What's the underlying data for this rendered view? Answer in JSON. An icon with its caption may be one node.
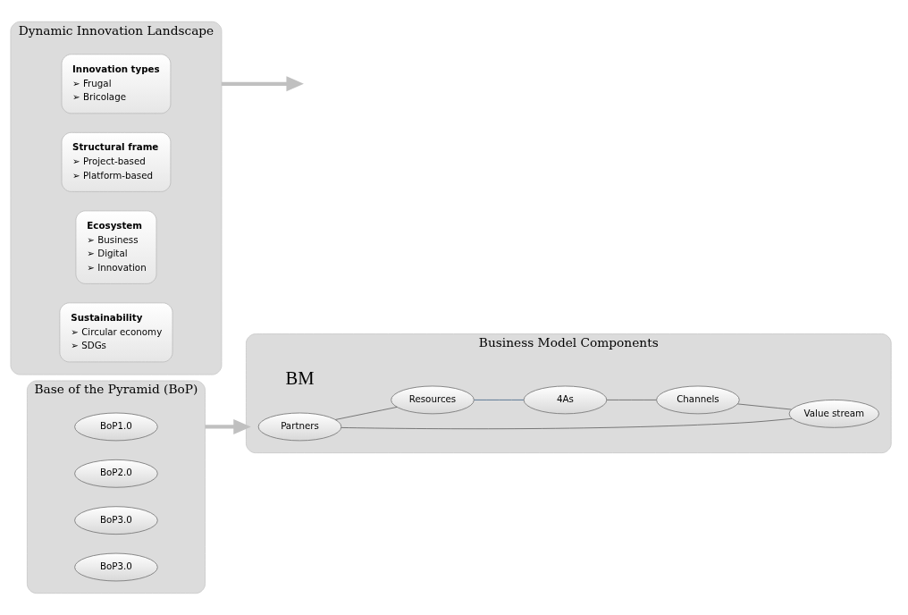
{
  "diagram": {
    "nodes": [
      {
        "text": [
          "Base of the Pyramid (BoP)"
        ]
      },
      {
        "text": [
          "BoP1.0"
        ],
        "in": 0
      },
      {
        "text": [
          "BoP2.0"
        ],
        "in": 0
      },
      {
        "text": [
          "BoP3.0"
        ],
        "in": 0
      },
      {
        "text": [
          "BoP3.0"
        ],
        "in": 0
      },
      {
        "text": [
          "Business Model Components"
        ]
      },
      {
        "text": [
          "Partners"
        ],
        "in": 5
      },
      {
        "text": [
          "Value stream"
        ],
        "in": 5
      },
      {
        "text": [
          "Resources"
        ],
        "in": 5
      },
      {
        "text": [
          "Channels"
        ],
        "in": 5
      },
      {
        "text": [
          "4As"
        ],
        "in": 5
      },
      {
        "text": [
          "Dynamic Innovation Landscape"
        ]
      },
      {
        "text": [
          "Innovation types",
          "➢ Frugal",
          "➢ Bricolage"
        ],
        "in": 11
      },
      {
        "text": [
          "Structural frame",
          "➢ Project-based",
          "➢ Platform-based"
        ],
        "in": 11
      },
      {
        "text": [
          "Ecosystem",
          "➢ Business",
          "➢ Digital",
          "➢ Innovation"
        ],
        "in": 11
      },
      {
        "text": [
          "Sustainability",
          "➢ Circular economy",
          "➢ SDGs"
        ],
        "in": 11
      }
    ],
    "edges": [
      {
        "from": 0,
        "to": 5,
        "arrow": "to",
        "style": "thick"
      },
      {
        "from": 11,
        "to": null,
        "arrow": "to",
        "style": "thick"
      },
      {
        "from": 6,
        "to": 7,
        "arrow": "none"
      },
      {
        "from": 6,
        "to": 8,
        "arrow": "none"
      },
      {
        "from": 8,
        "to": 10,
        "arrow": "none",
        "color": "#4a6a8a"
      },
      {
        "from": 10,
        "to": 9,
        "arrow": "none"
      },
      {
        "from": 9,
        "to": 7,
        "arrow": "none"
      }
    ],
    "labels": [
      "BM"
    ]
  }
}
